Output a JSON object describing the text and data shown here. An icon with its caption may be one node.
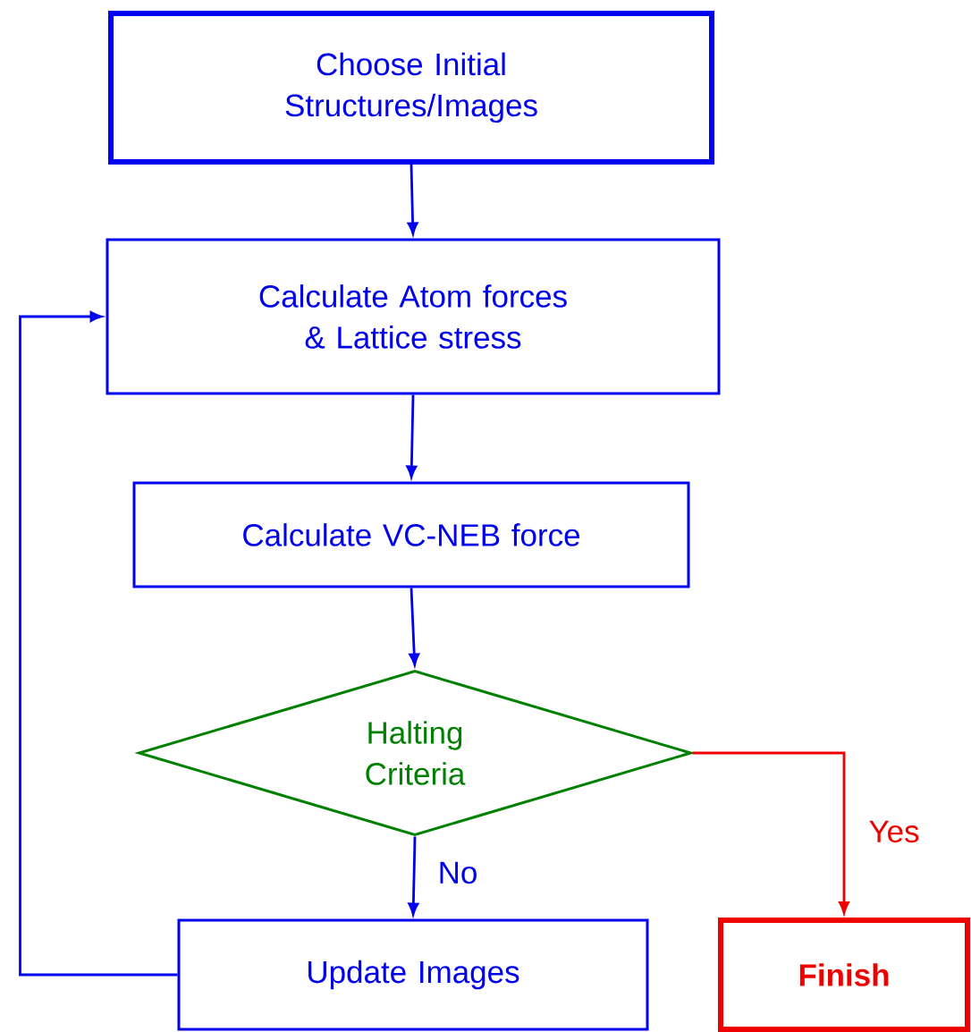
{
  "diagram": {
    "nodes": [
      {
        "text": [
          "Choose Initial Structures/Images"
        ]
      },
      {
        "text": [
          "Calculate Atom forces & Lattice stress"
        ]
      },
      {
        "text": [
          "Calculate VC-NEB force"
        ]
      },
      {
        "text": [
          "Halting Criteria"
        ]
      },
      {
        "text": [
          "Update Images"
        ]
      },
      {
        "text": [
          "Finish"
        ]
      }
    ],
    "edges": [
      {
        "from": 0,
        "to": 1,
        "arrow": "to"
      },
      {
        "from": 1,
        "to": 2,
        "arrow": "to"
      },
      {
        "from": 2,
        "to": 3,
        "arrow": "to"
      },
      {
        "from": 3,
        "to": 4,
        "arrow": "to",
        "label": "No"
      },
      {
        "from": 3,
        "to": 5,
        "arrow": "to",
        "label": "Yes",
        "color": "#ee0000"
      },
      {
        "from": 4,
        "to": 1,
        "arrow": "to"
      }
    ]
  }
}
